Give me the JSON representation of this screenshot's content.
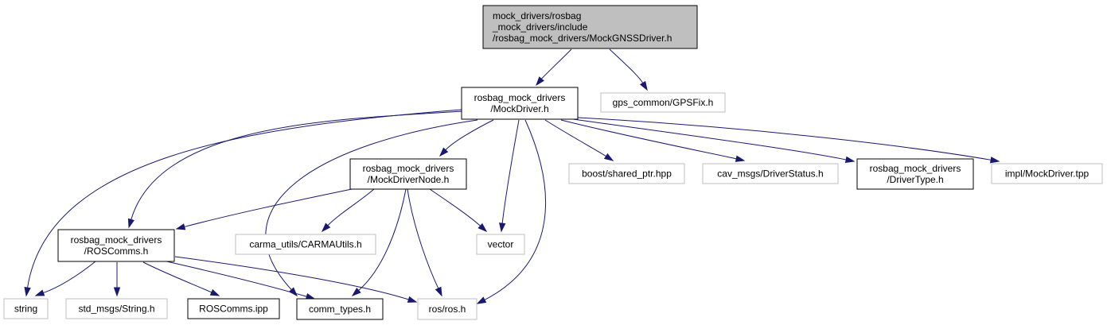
{
  "graph": {
    "edge_color": "#191970",
    "root_fill": "#bfbfbf",
    "external_border": "#bfbfbf",
    "nodes": [
      {
        "id": "root",
        "lines": [
          "mock_drivers/rosbag",
          "_mock_drivers/include",
          "/rosbag_mock_drivers/MockGNSSDriver.h"
        ],
        "kind": "root"
      },
      {
        "id": "mockdriver",
        "lines": [
          "rosbag_mock_drivers",
          "/MockDriver.h"
        ],
        "kind": "normal"
      },
      {
        "id": "gpsfix",
        "lines": [
          "gps_common/GPSFix.h"
        ],
        "kind": "external"
      },
      {
        "id": "mockdrivernode",
        "lines": [
          "rosbag_mock_drivers",
          "/MockDriverNode.h"
        ],
        "kind": "normal"
      },
      {
        "id": "boost",
        "lines": [
          "boost/shared_ptr.hpp"
        ],
        "kind": "external"
      },
      {
        "id": "driverstatus",
        "lines": [
          "cav_msgs/DriverStatus.h"
        ],
        "kind": "external"
      },
      {
        "id": "drivertype",
        "lines": [
          "rosbag_mock_drivers",
          "/DriverType.h"
        ],
        "kind": "normal"
      },
      {
        "id": "impl",
        "lines": [
          "impl/MockDriver.tpp"
        ],
        "kind": "external"
      },
      {
        "id": "roscomms",
        "lines": [
          "rosbag_mock_drivers",
          "/ROSComms.h"
        ],
        "kind": "normal"
      },
      {
        "id": "carmautils",
        "lines": [
          "carma_utils/CARMAUtils.h"
        ],
        "kind": "external"
      },
      {
        "id": "vector",
        "lines": [
          "vector"
        ],
        "kind": "external"
      },
      {
        "id": "string",
        "lines": [
          "string"
        ],
        "kind": "external"
      },
      {
        "id": "stdmsgs",
        "lines": [
          "std_msgs/String.h"
        ],
        "kind": "external"
      },
      {
        "id": "roscommsipp",
        "lines": [
          "ROSComms.ipp"
        ],
        "kind": "normal"
      },
      {
        "id": "commtypes",
        "lines": [
          "comm_types.h"
        ],
        "kind": "normal"
      },
      {
        "id": "rosros",
        "lines": [
          "ros/ros.h"
        ],
        "kind": "external"
      }
    ],
    "edges": [
      {
        "from": "root",
        "to": "mockdriver"
      },
      {
        "from": "root",
        "to": "gpsfix"
      },
      {
        "from": "mockdriver",
        "to": "mockdrivernode"
      },
      {
        "from": "mockdriver",
        "to": "boost"
      },
      {
        "from": "mockdriver",
        "to": "driverstatus"
      },
      {
        "from": "mockdriver",
        "to": "drivertype"
      },
      {
        "from": "mockdriver",
        "to": "impl"
      },
      {
        "from": "mockdriver",
        "to": "roscomms"
      },
      {
        "from": "mockdriver",
        "to": "string"
      },
      {
        "from": "mockdriver",
        "to": "commtypes"
      },
      {
        "from": "mockdriver",
        "to": "vector"
      },
      {
        "from": "mockdriver",
        "to": "rosros"
      },
      {
        "from": "mockdrivernode",
        "to": "roscomms"
      },
      {
        "from": "mockdrivernode",
        "to": "carmautils"
      },
      {
        "from": "mockdrivernode",
        "to": "vector"
      },
      {
        "from": "mockdrivernode",
        "to": "commtypes"
      },
      {
        "from": "mockdrivernode",
        "to": "rosros"
      },
      {
        "from": "roscomms",
        "to": "string"
      },
      {
        "from": "roscomms",
        "to": "stdmsgs"
      },
      {
        "from": "roscomms",
        "to": "roscommsipp"
      },
      {
        "from": "roscomms",
        "to": "commtypes"
      },
      {
        "from": "roscomms",
        "to": "rosros"
      }
    ]
  }
}
